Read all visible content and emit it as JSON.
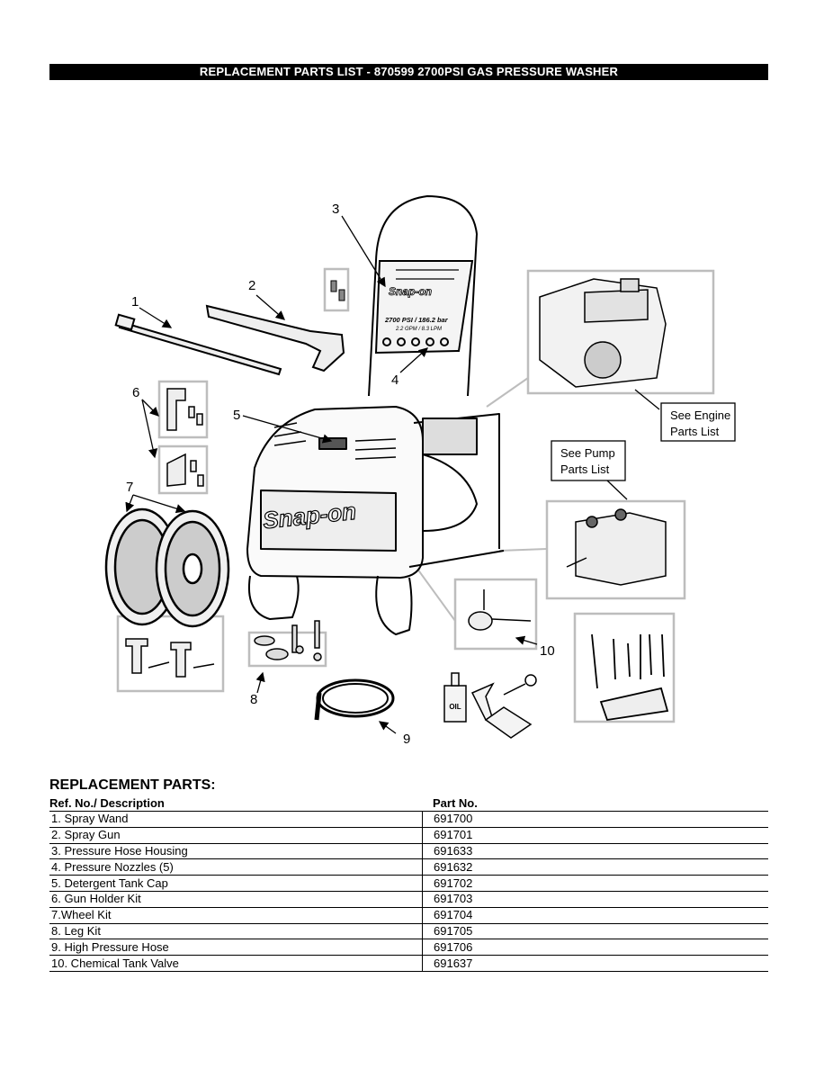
{
  "header": {
    "title": "REPLACEMENT PARTS LIST - 870599 2700PSI GAS PRESSURE WASHER"
  },
  "diagram": {
    "callouts": [
      "1",
      "2",
      "3",
      "4",
      "5",
      "6",
      "7",
      "8",
      "9",
      "10"
    ],
    "see_engine": [
      "See Engine",
      "Parts List"
    ],
    "see_pump": [
      "See Pump",
      "Parts List"
    ],
    "brand_logo": "Snap-on",
    "frame_label": [
      "2700 PSI / 186.2 bar",
      "2.2 GPM / 8.3 LPM"
    ],
    "oil_label": "OIL"
  },
  "parts": {
    "heading": "REPLACEMENT PARTS:",
    "col_desc": "Ref. No./ Description",
    "col_part": "Part No.",
    "rows": [
      {
        "desc": "1. Spray Wand",
        "part": "691700"
      },
      {
        "desc": "2. Spray Gun",
        "part": "691701"
      },
      {
        "desc": "3. Pressure Hose Housing",
        "part": "691633"
      },
      {
        "desc": "4. Pressure Nozzles (5)",
        "part": "691632"
      },
      {
        "desc": "5. Detergent Tank Cap",
        "part": "691702"
      },
      {
        "desc": "6. Gun Holder Kit",
        "part": "691703"
      },
      {
        "desc": "7.Wheel Kit",
        "part": "691704"
      },
      {
        "desc": "8. Leg Kit",
        "part": "691705"
      },
      {
        "desc": "9. High Pressure Hose",
        "part": "691706"
      },
      {
        "desc": "10. Chemical Tank Valve",
        "part": "691637"
      }
    ]
  },
  "colors": {
    "ink": "#000000",
    "inset_border": "#bdbdbd"
  }
}
